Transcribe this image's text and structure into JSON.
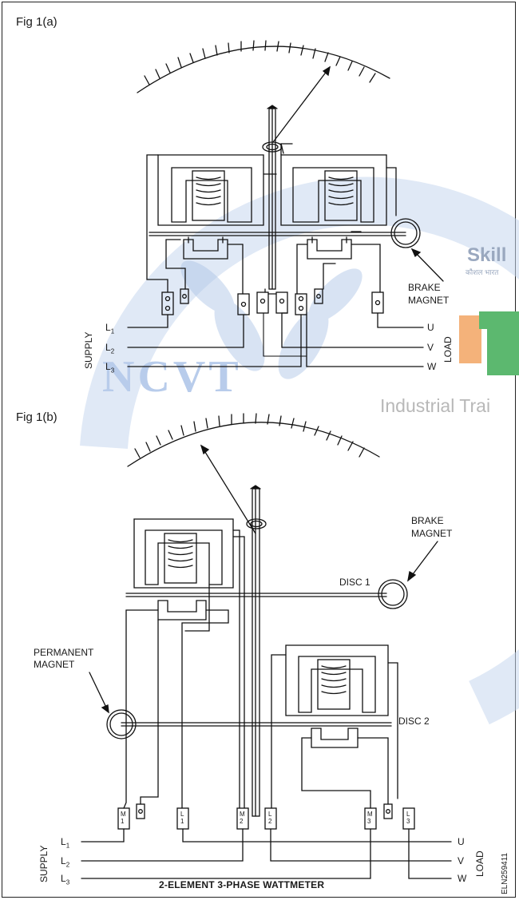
{
  "watermark": {
    "brand_text": "NCVT",
    "skill_text": "Skill",
    "skill_subtext": "कौशल भारत",
    "industrial_text": "Industrial Trai",
    "colors": {
      "blue": "#9cb8de",
      "orange": "#f4b27a",
      "green": "#5cb86f",
      "gray": "#b8b8b8"
    }
  },
  "fig_a": {
    "title": "Fig 1(a)",
    "brake_magnet": "BRAKE\nMAGNET",
    "supply": "SUPPLY",
    "load": "LOAD",
    "supply_lines": [
      "L",
      "L",
      "L"
    ],
    "supply_subs": [
      "1",
      "2",
      "3"
    ],
    "load_lines": [
      "U",
      "V",
      "W"
    ]
  },
  "fig_b": {
    "title": "Fig 1(b)",
    "brake_magnet": "BRAKE\nMAGNET",
    "disc1": "DISC 1",
    "disc2": "DISC 2",
    "permanent_magnet": "PERMANENT\nMAGNET",
    "supply": "SUPPLY",
    "load": "LOAD",
    "supply_lines": [
      "L",
      "L",
      "L"
    ],
    "supply_subs": [
      "1",
      "2",
      "3"
    ],
    "load_lines": [
      "U",
      "V",
      "W"
    ],
    "terminals": [
      "M\n1",
      "L\n1",
      "M\n2",
      "L\n2",
      "M\n3",
      "L\n3"
    ]
  },
  "caption": "2-ELEMENT 3-PHASE WATTMETER",
  "code": "ELN259411"
}
